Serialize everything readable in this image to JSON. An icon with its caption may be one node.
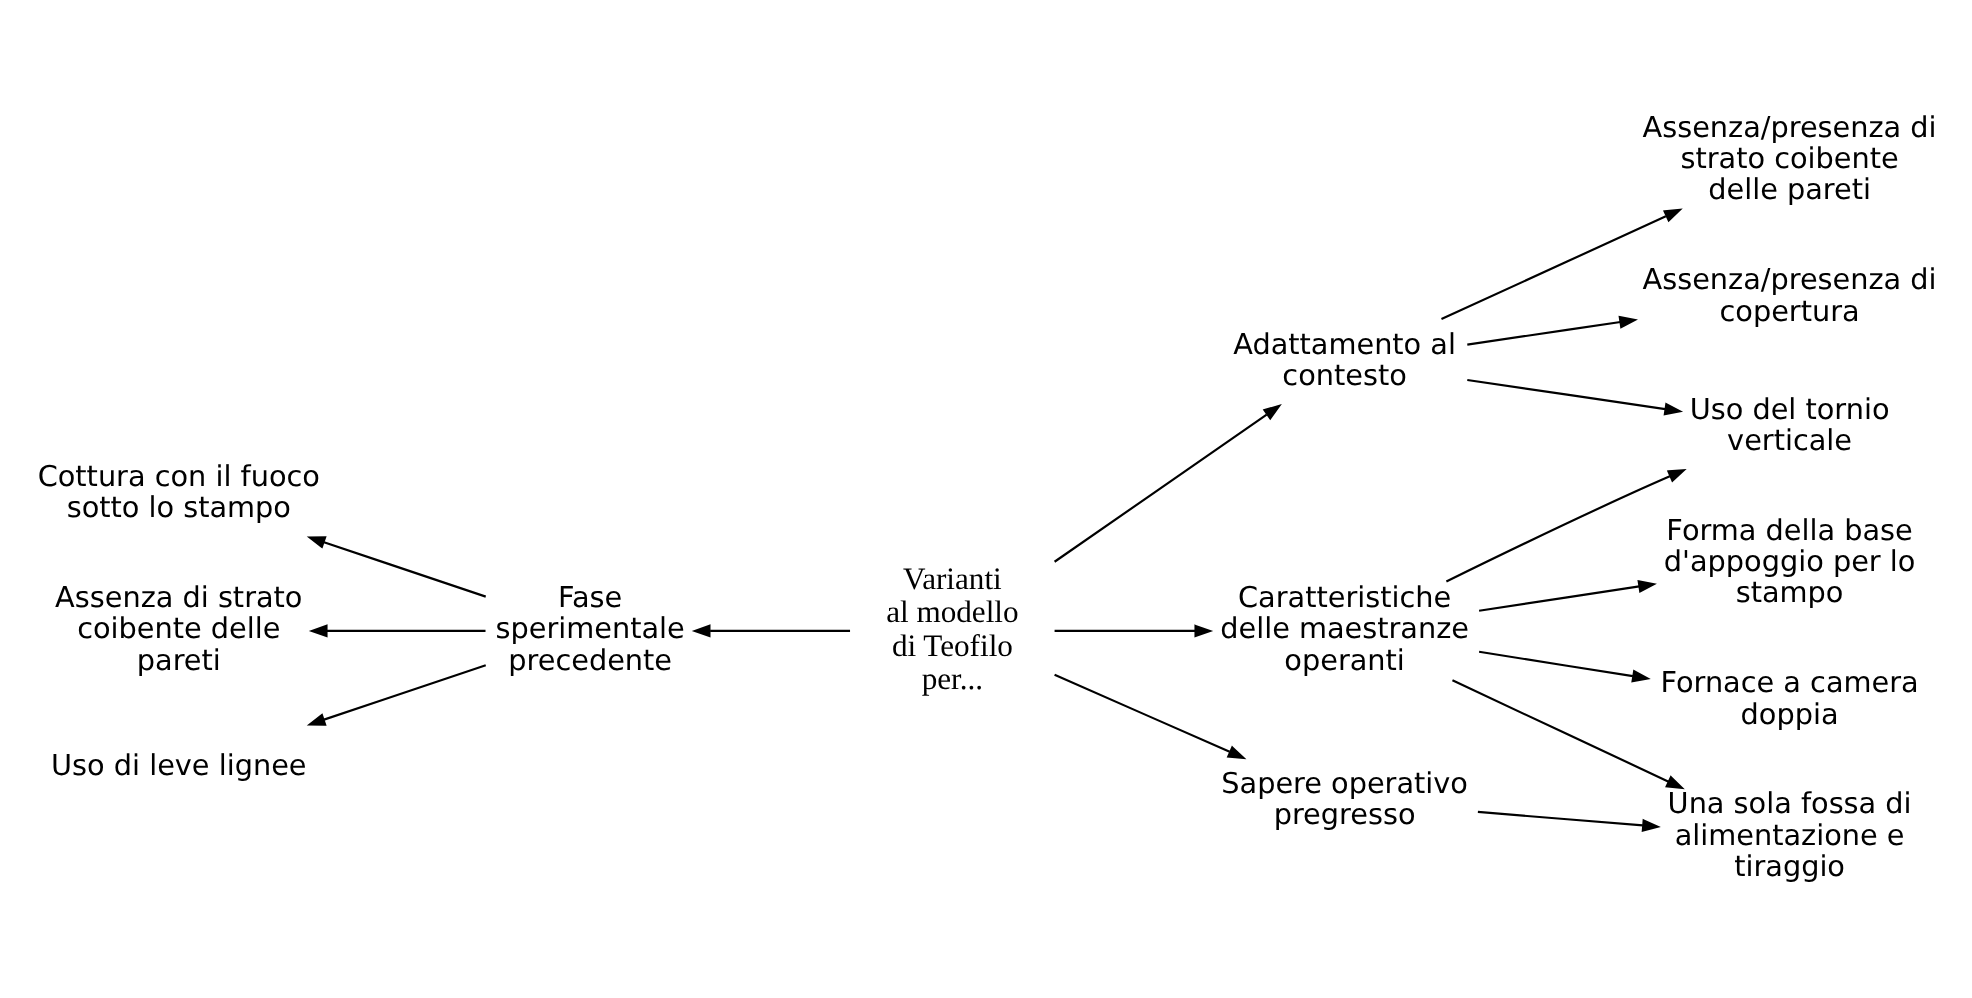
{
  "diagram": {
    "nodes": [
      {
        "text": [
          "Varianti al modello di Teofilo per..."
        ]
      },
      {
        "text": [
          "Fase sperimentale precedente"
        ]
      },
      {
        "text": [
          "Cottura con il fuoco sotto lo stampo"
        ]
      },
      {
        "text": [
          "Assenza di strato coibente delle pareti"
        ]
      },
      {
        "text": [
          "Uso di leve lignee"
        ]
      },
      {
        "text": [
          "Adattamento al contesto"
        ]
      },
      {
        "text": [
          "Caratteristiche delle maestranze operanti"
        ]
      },
      {
        "text": [
          "Sapere operativo pregresso"
        ]
      },
      {
        "text": [
          "Assenza/presenza di strato coibente delle pareti"
        ]
      },
      {
        "text": [
          "Assenza/presenza di copertura"
        ]
      },
      {
        "text": [
          "Uso del tornio verticale"
        ]
      },
      {
        "text": [
          "Forma della base d'appoggio per lo stampo"
        ]
      },
      {
        "text": [
          "Fornace a camera doppia"
        ]
      },
      {
        "text": [
          "Una sola fossa di alimentazione e tiraggio"
        ]
      }
    ],
    "edges": [
      {
        "from": 0,
        "to": 1,
        "arrow": "to"
      },
      {
        "from": 1,
        "to": 2,
        "arrow": "to"
      },
      {
        "from": 1,
        "to": 3,
        "arrow": "to"
      },
      {
        "from": 1,
        "to": 4,
        "arrow": "to"
      },
      {
        "from": 0,
        "to": 5,
        "arrow": "to"
      },
      {
        "from": 0,
        "to": 6,
        "arrow": "to"
      },
      {
        "from": 0,
        "to": 7,
        "arrow": "to"
      },
      {
        "from": 5,
        "to": 8,
        "arrow": "to"
      },
      {
        "from": 5,
        "to": 9,
        "arrow": "to"
      },
      {
        "from": 5,
        "to": 10,
        "arrow": "to"
      },
      {
        "from": 6,
        "to": 10,
        "arrow": "to"
      },
      {
        "from": 6,
        "to": 11,
        "arrow": "to"
      },
      {
        "from": 6,
        "to": 12,
        "arrow": "to"
      },
      {
        "from": 6,
        "to": 13,
        "arrow": "to"
      },
      {
        "from": 7,
        "to": 13,
        "arrow": "to"
      }
    ]
  }
}
